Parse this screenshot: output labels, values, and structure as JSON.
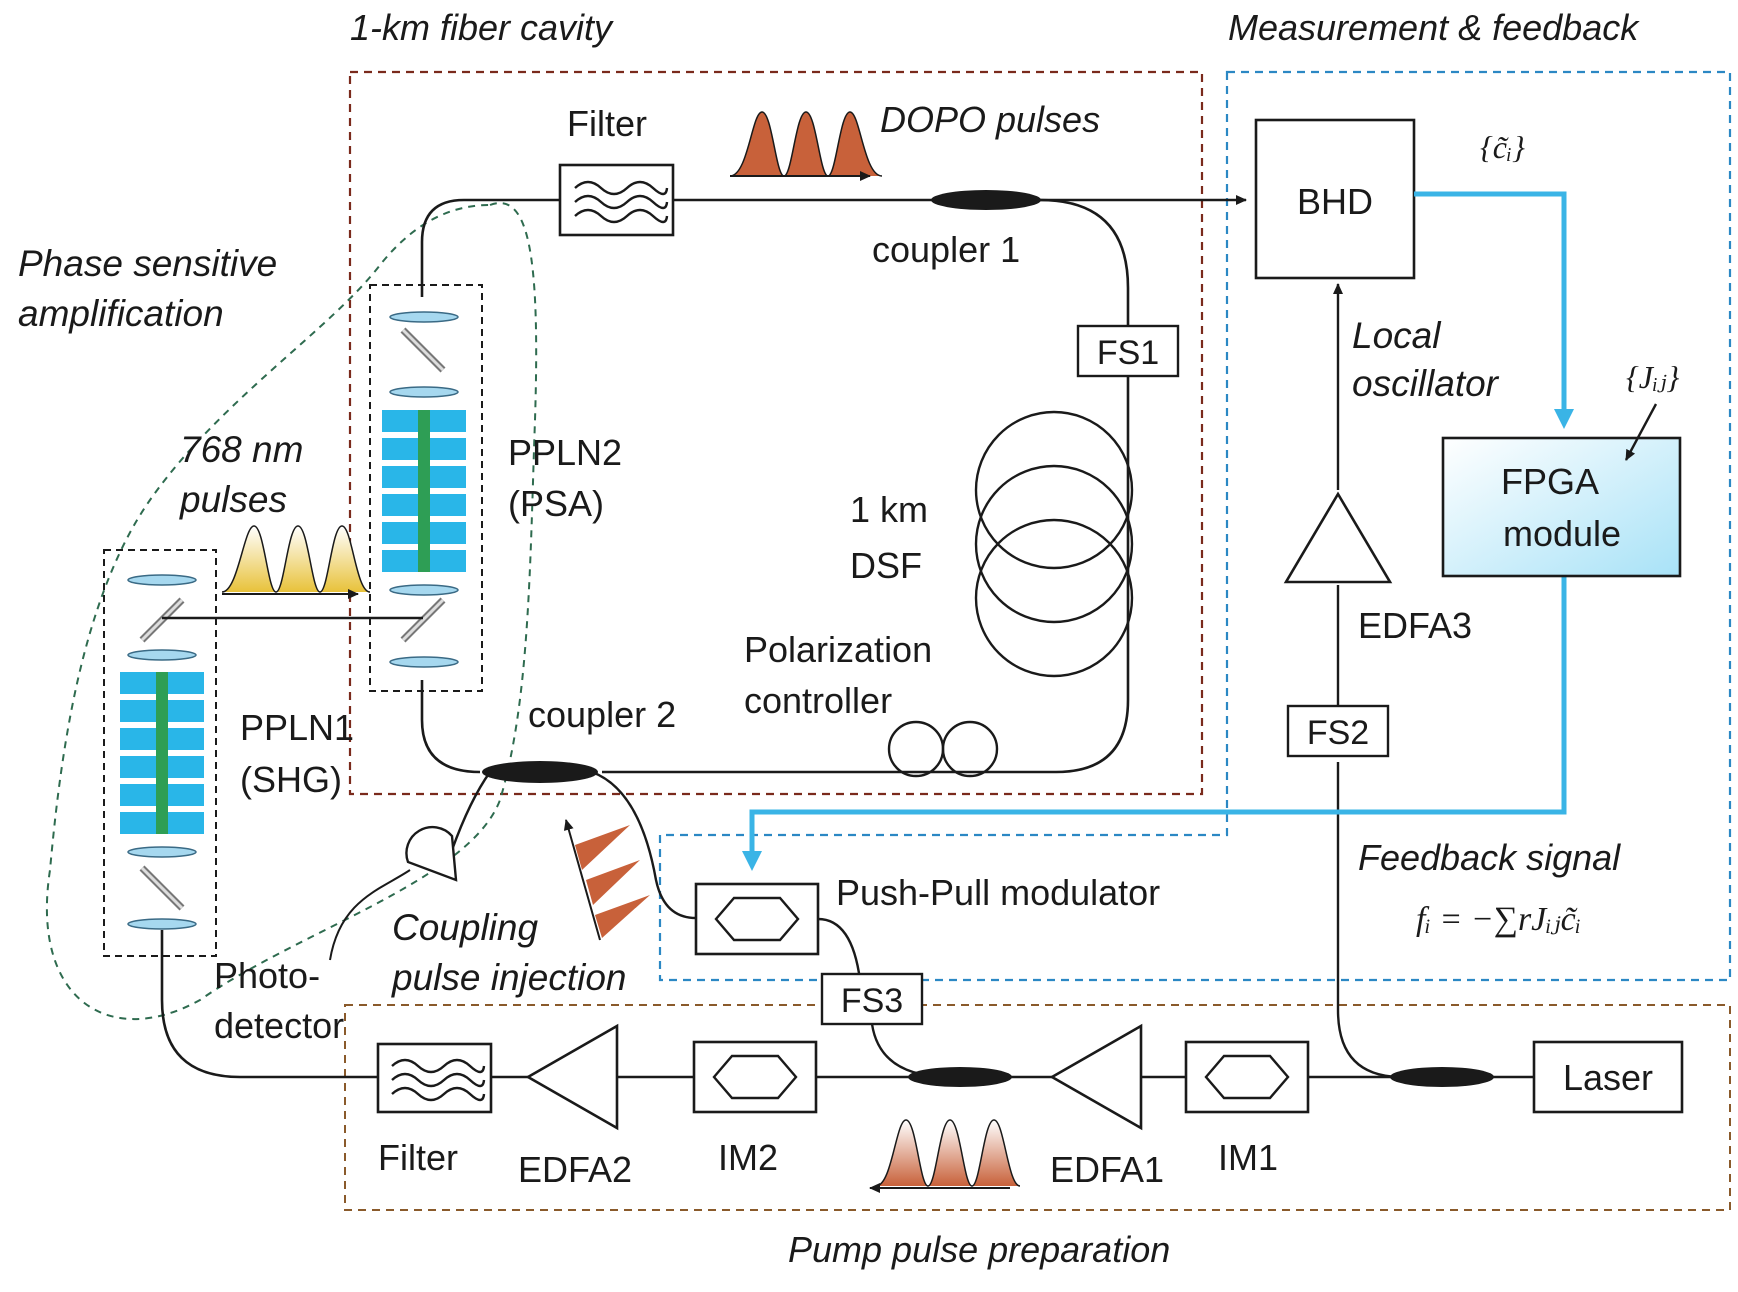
{
  "regions": {
    "cavity": "1-km fiber cavity",
    "measurement": "Measurement & feedback",
    "psa": [
      "Phase sensitive",
      "amplification"
    ],
    "pump": "Pump pulse preparation"
  },
  "pulses": {
    "dopo": "DOPO pulses",
    "shg": [
      "768 nm",
      "pulses"
    ],
    "coupling": [
      "Coupling",
      "pulse injection"
    ]
  },
  "components": {
    "filter_top": "Filter",
    "coupler1": "coupler 1",
    "coupler2": "coupler 2",
    "fs1": "FS1",
    "fs2": "FS2",
    "fs3": "FS3",
    "fiber": [
      "1 km",
      "DSF"
    ],
    "pol": [
      "Polarization",
      "controller"
    ],
    "ppln2": [
      "PPLN2",
      "(PSA)"
    ],
    "ppln1": [
      "PPLN1",
      "(SHG)"
    ],
    "bhd": "BHD",
    "lo": [
      "Local",
      "oscillator"
    ],
    "fpga": [
      "FPGA",
      "module"
    ],
    "edfa3": "EDFA3",
    "feedback": "Feedback signal",
    "ppm": "Push-Pull modulator",
    "photodet": [
      "Photo-",
      "detector"
    ],
    "laser": "Laser",
    "filter_bottom": "Filter",
    "edfa2": "EDFA2",
    "im2": "IM2",
    "edfa1": "EDFA1",
    "im1": "IM1"
  },
  "math": {
    "ci_set": "{c̃ᵢ}",
    "jij_set": "{Jᵢⱼ}",
    "formula": "fᵢ = −∑rJᵢⱼc̃ᵢ"
  },
  "colors": {
    "cavity_border": "#7a2a1c",
    "feedback_border": "#2b88c4",
    "psa_border": "#2e6b4f",
    "pump_border": "#8a5a2b",
    "feedback_line": "#3ab4e6",
    "crystal_blue": "#29b6e8",
    "crystal_green": "#2e9e55",
    "pulse_orange": "#c8613a",
    "pulse_yellow": "#e8c23a"
  }
}
